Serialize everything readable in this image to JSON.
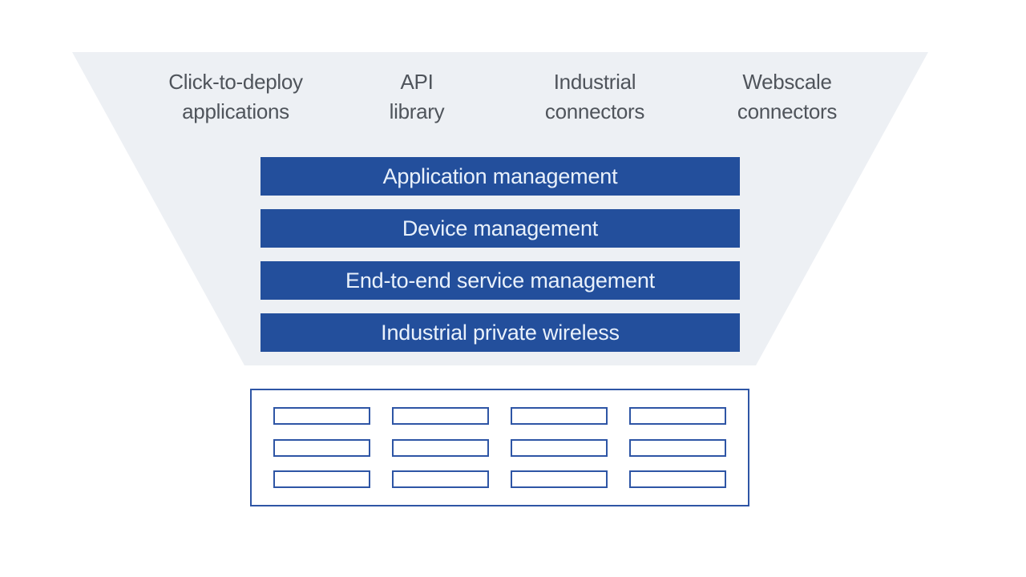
{
  "colors": {
    "page_bg": "#ffffff",
    "funnel_bg": "#edf0f4",
    "bar_blue": "#234f9c",
    "bar_text": "#e9f1fb",
    "outline_blue": "#2e55a5",
    "label_text": "#4f545b"
  },
  "funnel": {
    "inputs": [
      {
        "label": "Click-to-deploy\napplications"
      },
      {
        "label": "API\nlibrary"
      },
      {
        "label": "Industrial\nconnectors"
      },
      {
        "label": "Webscale\nconnectors"
      }
    ],
    "layers": [
      {
        "label": "Application management"
      },
      {
        "label": "Device management"
      },
      {
        "label": "End-to-end service management"
      },
      {
        "label": "Industrial private wireless"
      }
    ]
  },
  "infrastructure": {
    "rows": 3,
    "cols": 4
  }
}
